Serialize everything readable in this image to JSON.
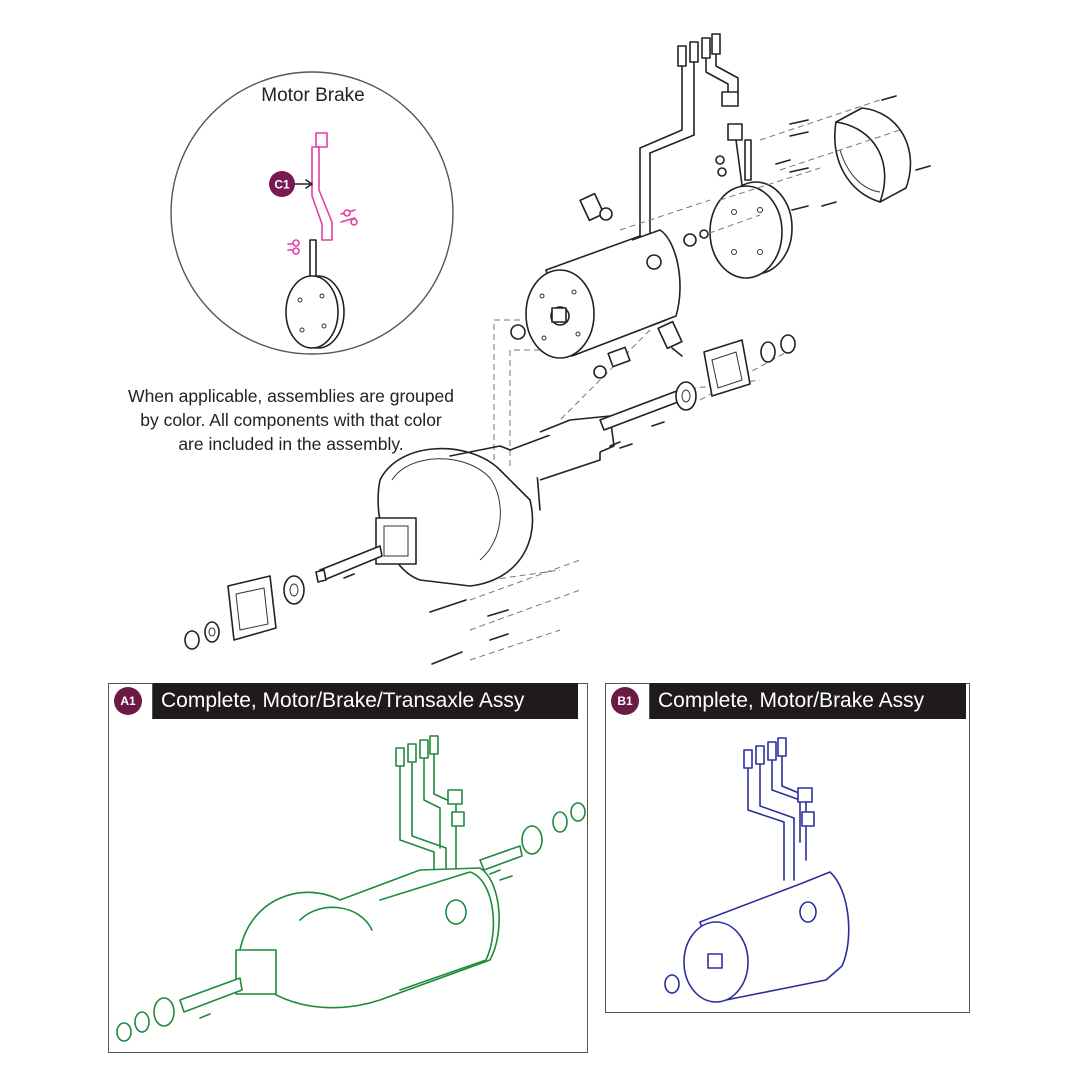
{
  "colors": {
    "ink": "#222222",
    "badge_c1": "#7a1a52",
    "badge_a1": "#6b1a44",
    "badge_b1": "#6b1a44",
    "motor_brake_assy": "#e23ea8",
    "assy_a1": "#1f8a3c",
    "assy_b1": "#2b2f9e",
    "header_bar": "#1f1a1c"
  },
  "detail": {
    "title": "Motor Brake",
    "callout": "C1"
  },
  "note": {
    "line1": "When applicable, assemblies are grouped",
    "line2": "by color. All components with that color",
    "line3": "are included in the assembly."
  },
  "panels": [
    {
      "badge": "A1",
      "label": "Complete, Motor/Brake/Transaxle Assy"
    },
    {
      "badge": "B1",
      "label": "Complete, Motor/Brake Assy"
    }
  ]
}
